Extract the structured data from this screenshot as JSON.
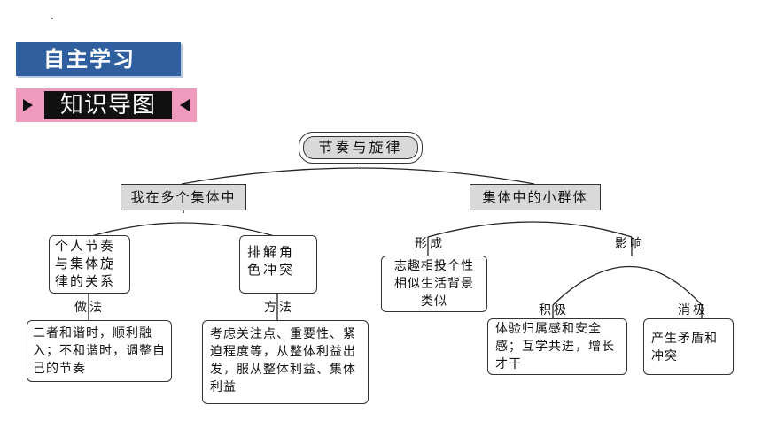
{
  "header": {
    "section_title": "自主学习",
    "subsection_title": "知识导图"
  },
  "mindmap": {
    "root": "节奏与旋律",
    "branches": [
      {
        "title": "我在多个集体中",
        "children": [
          {
            "text": "个人节奏与集体旋律的关系",
            "label": "做法",
            "detail": "二者和谐时，顺利融入；不和谐时，调整自己的节奏"
          },
          {
            "text": "排解角色冲突",
            "label": "方法",
            "detail": "考虑关注点、重要性、紧迫程度等，从整体利益出发，服从整体利益、集体利益"
          }
        ]
      },
      {
        "title": "集体中的小群体",
        "children": [
          {
            "label": "形成",
            "text": "志趣相投个性相似生活背景类似"
          },
          {
            "label": "影响",
            "children": [
              {
                "label": "积极",
                "text": "体验归属感和安全感；互学共进，增长才干"
              },
              {
                "label": "消极",
                "text": "产生矛盾和冲突"
              }
            ]
          }
        ]
      }
    ]
  }
}
